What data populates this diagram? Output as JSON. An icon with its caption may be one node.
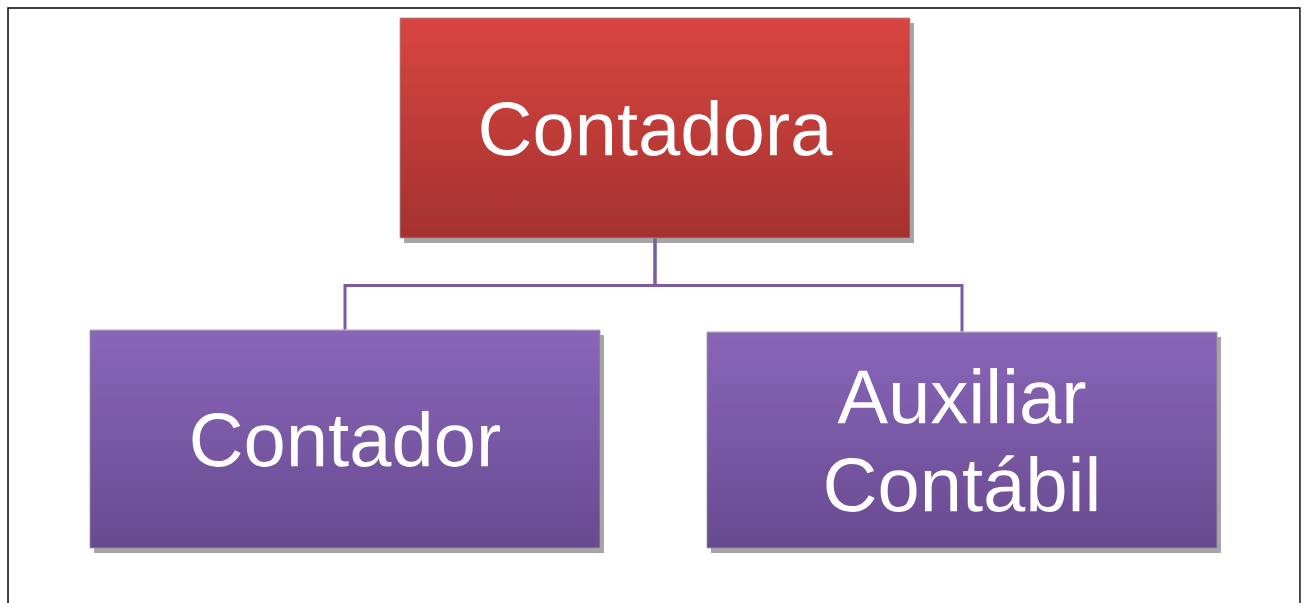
{
  "diagram": {
    "nodes": [
      {
        "text": [
          "Contadora"
        ]
      },
      {
        "text": [
          "Contador"
        ]
      },
      {
        "text": [
          "Auxiliar Contábil"
        ]
      }
    ],
    "edges": [
      {
        "from": 0,
        "to": 1,
        "arrow": "none"
      },
      {
        "from": 0,
        "to": 2,
        "arrow": "none"
      }
    ]
  }
}
